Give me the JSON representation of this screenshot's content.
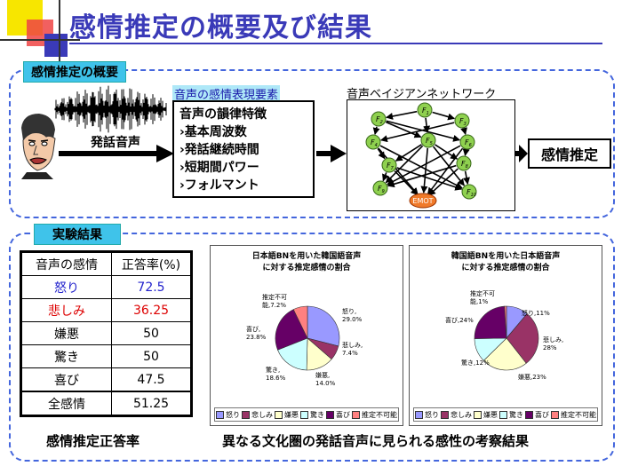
{
  "header": {
    "title": "感情推定の概要及び結果"
  },
  "overview": {
    "label": "感情推定の概要",
    "speech_label": "発話音声",
    "features_label": "音声の感情表現要素",
    "features": [
      "音声の韻律特徴",
      "›基本周波数",
      "›発話継続時間",
      "›短期間パワー",
      "›フォルマント"
    ],
    "network_label": "音声ベイジアンネットワーク",
    "node_label": "F",
    "node_subscripts": [
      "1",
      "2",
      "3",
      "4",
      "5",
      "6",
      "7",
      "8",
      "9",
      "10"
    ],
    "emot_node": "EMOT",
    "result_label": "感情推定"
  },
  "results": {
    "label": "実験結果",
    "table_headers": [
      "音声の感情",
      "正答率(%)"
    ],
    "rows": [
      {
        "emotion": "怒り",
        "rate": "72.5",
        "color": "#2222cc"
      },
      {
        "emotion": "悲しみ",
        "rate": "36.25",
        "color": "#dd0000"
      },
      {
        "emotion": "嫌悪",
        "rate": "50",
        "color": "#000000"
      },
      {
        "emotion": "驚き",
        "rate": "50",
        "color": "#000000"
      },
      {
        "emotion": "喜び",
        "rate": "47.5",
        "color": "#000000"
      },
      {
        "emotion": "全感情",
        "rate": "51.25",
        "color": "#000000"
      }
    ],
    "table_caption": "感情推定正答率",
    "charts_caption": "異なる文化圏の発話音声に見られる感性の考察結果"
  },
  "chart_data": [
    {
      "type": "pie",
      "title": "日本語BNを用いた韓国語音声\nに対する推定感情の割合",
      "categories": [
        "怒り",
        "悲しみ",
        "嫌悪",
        "驚き",
        "喜び",
        "推定不可能"
      ],
      "values": [
        29.0,
        7.4,
        14.0,
        18.6,
        23.8,
        7.2
      ],
      "labels": [
        "怒り,\n29.0%",
        "悲しみ,\n7.4%",
        "嫌悪,\n14.0%",
        "驚き,\n18.6%",
        "喜び,\n23.8%",
        "推定不可\n能,7.2%"
      ],
      "colors": [
        "#9999ff",
        "#993366",
        "#ffffcc",
        "#ccffff",
        "#660066",
        "#ff8080"
      ],
      "legend": "bottom"
    },
    {
      "type": "pie",
      "title": "韓国語BNを用いた日本語音声\nに対する推定感情の割合",
      "categories": [
        "怒り",
        "悲しみ",
        "嫌悪",
        "驚き",
        "喜び",
        "推定不可能"
      ],
      "values": [
        11,
        28,
        23,
        12,
        24,
        1
      ],
      "labels": [
        "怒り,11%",
        "悲しみ,\n28%",
        "嫌悪,23%",
        "驚き,12%",
        "喜び,24%",
        "推定不可\n能,1%"
      ],
      "colors": [
        "#9999ff",
        "#993366",
        "#ffffcc",
        "#ccffff",
        "#660066",
        "#ff8080"
      ],
      "legend": "bottom"
    }
  ]
}
